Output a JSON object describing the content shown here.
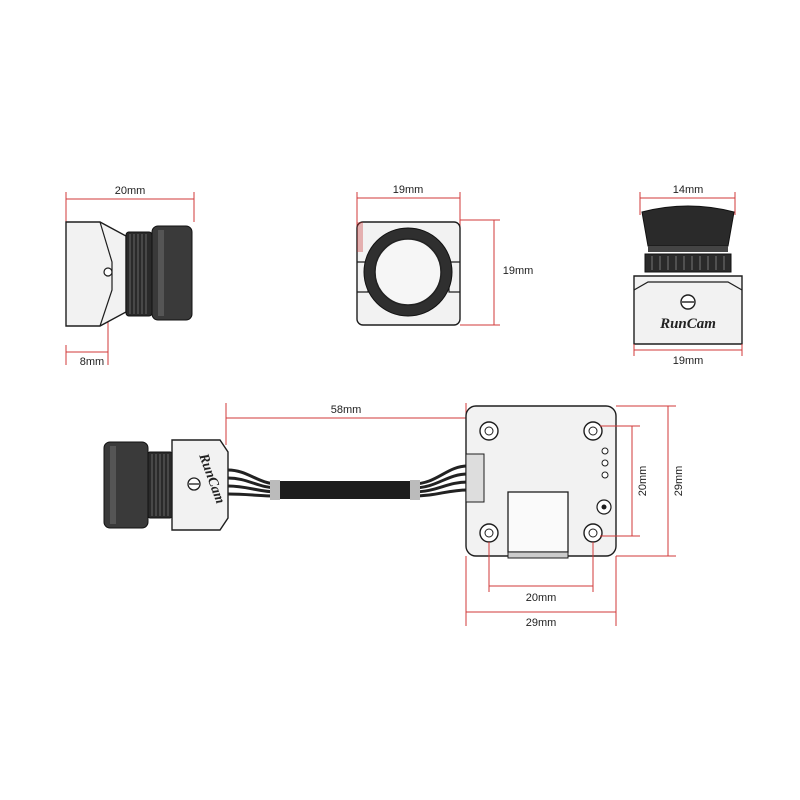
{
  "colors": {
    "dimension_line": "#d23a3a",
    "outline": "#1e1e1e",
    "background": "#ffffff"
  },
  "brand": {
    "logo_text": "RunCam"
  },
  "side_view": {
    "width_label": "20mm",
    "height_label": "8mm"
  },
  "front_view": {
    "width_label": "19mm",
    "height_label": "19mm"
  },
  "back_view": {
    "top_width_label": "14mm",
    "bottom_width_label": "19mm"
  },
  "assembly_view": {
    "cable_length_label": "58mm",
    "board_hole_height_label": "20mm",
    "board_height_label": "29mm",
    "board_hole_width_label": "20mm",
    "board_width_label": "29mm"
  }
}
